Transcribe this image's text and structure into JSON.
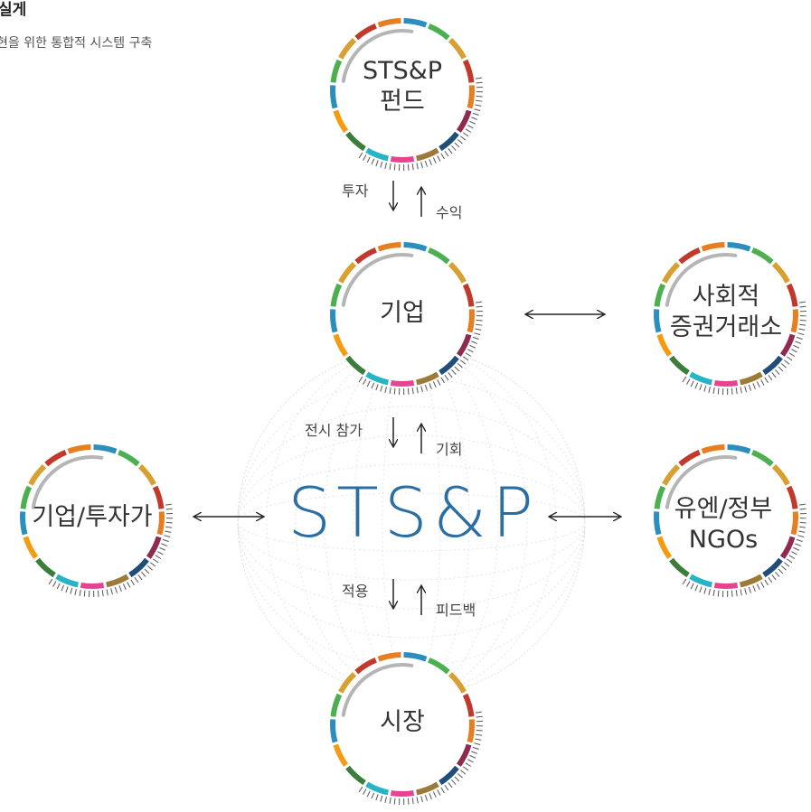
{
  "header": {
    "title": "실게",
    "subtitle": "현을 위한 통합적 시스템 구축"
  },
  "nodes": {
    "fund": {
      "line1": "STS&P",
      "line2": "펀드"
    },
    "company": {
      "line1": "기업"
    },
    "exchange": {
      "line1": "사회적",
      "line2": "증권거래소"
    },
    "investor": {
      "line1": "기업/투자가"
    },
    "un": {
      "line1": "유엔/정부",
      "line2": "NGOs"
    },
    "market": {
      "line1": "시장"
    }
  },
  "flows": {
    "invest": "투자",
    "return": "수익",
    "exhibit": "전시 참가",
    "opportunity": "기회",
    "apply": "적용",
    "feedback": "피드백"
  },
  "center": {
    "brand": "STS&P"
  },
  "ring_colors": [
    "#2a8fbd",
    "#4caf50",
    "#d8a030",
    "#c0392b",
    "#e67e22",
    "#8e2b4f",
    "#1f4e79",
    "#9b7a3a",
    "#e84393",
    "#26b5c7",
    "#3b7d3b",
    "#f39c12"
  ]
}
